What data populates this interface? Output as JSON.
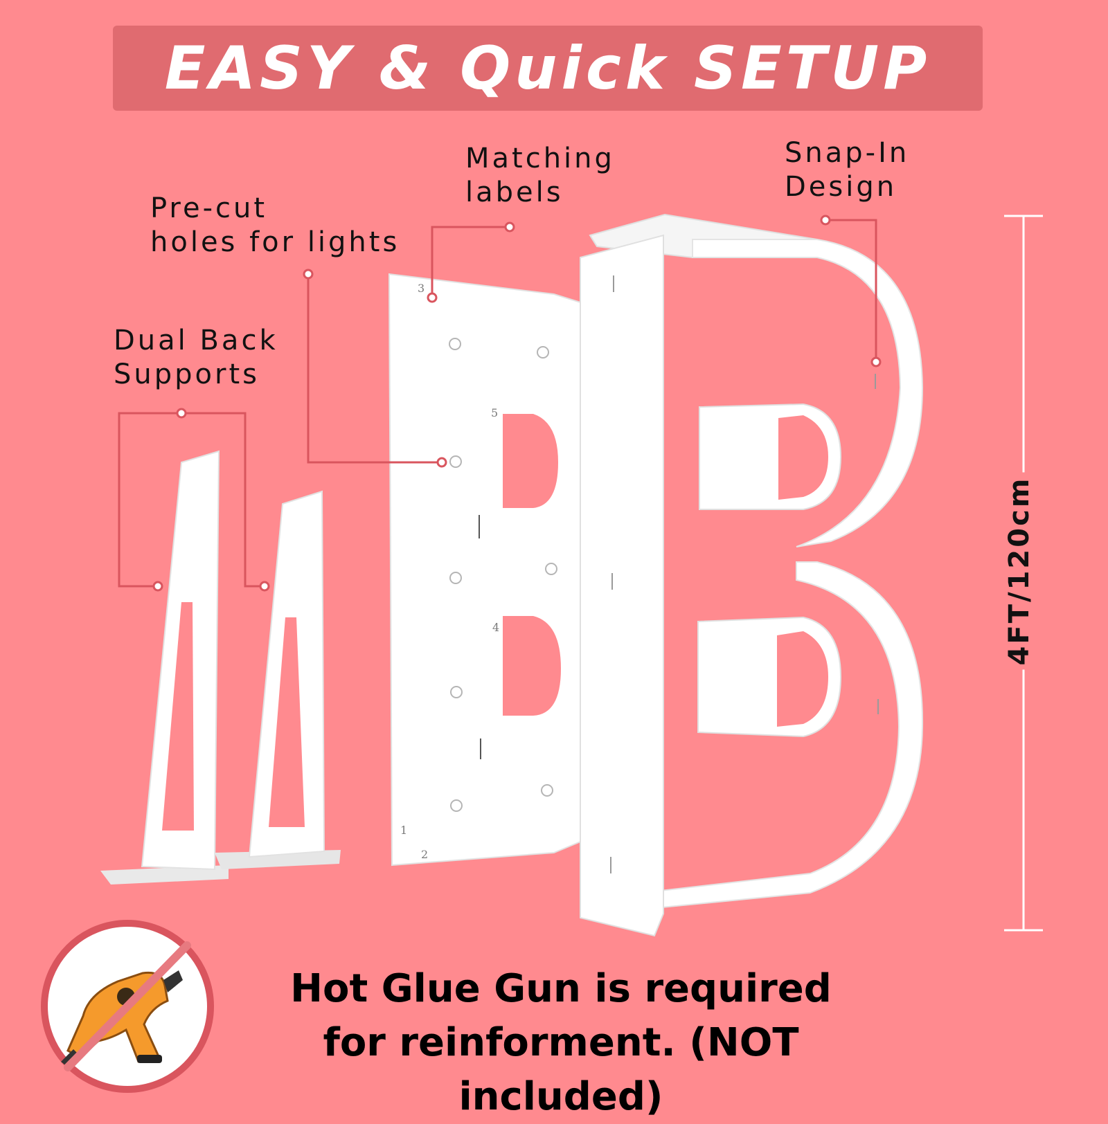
{
  "banner": {
    "title": "EASY & Quick SETUP"
  },
  "callouts": {
    "matching": [
      "Matching",
      "labels"
    ],
    "snap_in": [
      "Snap-In",
      "Design"
    ],
    "precut": [
      "Pre-cut",
      "holes for lights"
    ],
    "supports": [
      "Dual Back",
      "Supports"
    ]
  },
  "dimension": {
    "label": "4FT/120cm"
  },
  "panel_numbers": [
    "3",
    "5",
    "4",
    "1",
    "2"
  ],
  "note": {
    "line1": "Hot Glue Gun is required",
    "line2": "for reinforment. (NOT included)"
  },
  "icons": {
    "no_glue": "glue-gun-prohibited-icon"
  },
  "colors": {
    "background": "#ff8a8f",
    "banner": "#e06b70",
    "leader": "#d9555e",
    "piece": "#ffffff",
    "glue_gun": "#f59a2c"
  }
}
